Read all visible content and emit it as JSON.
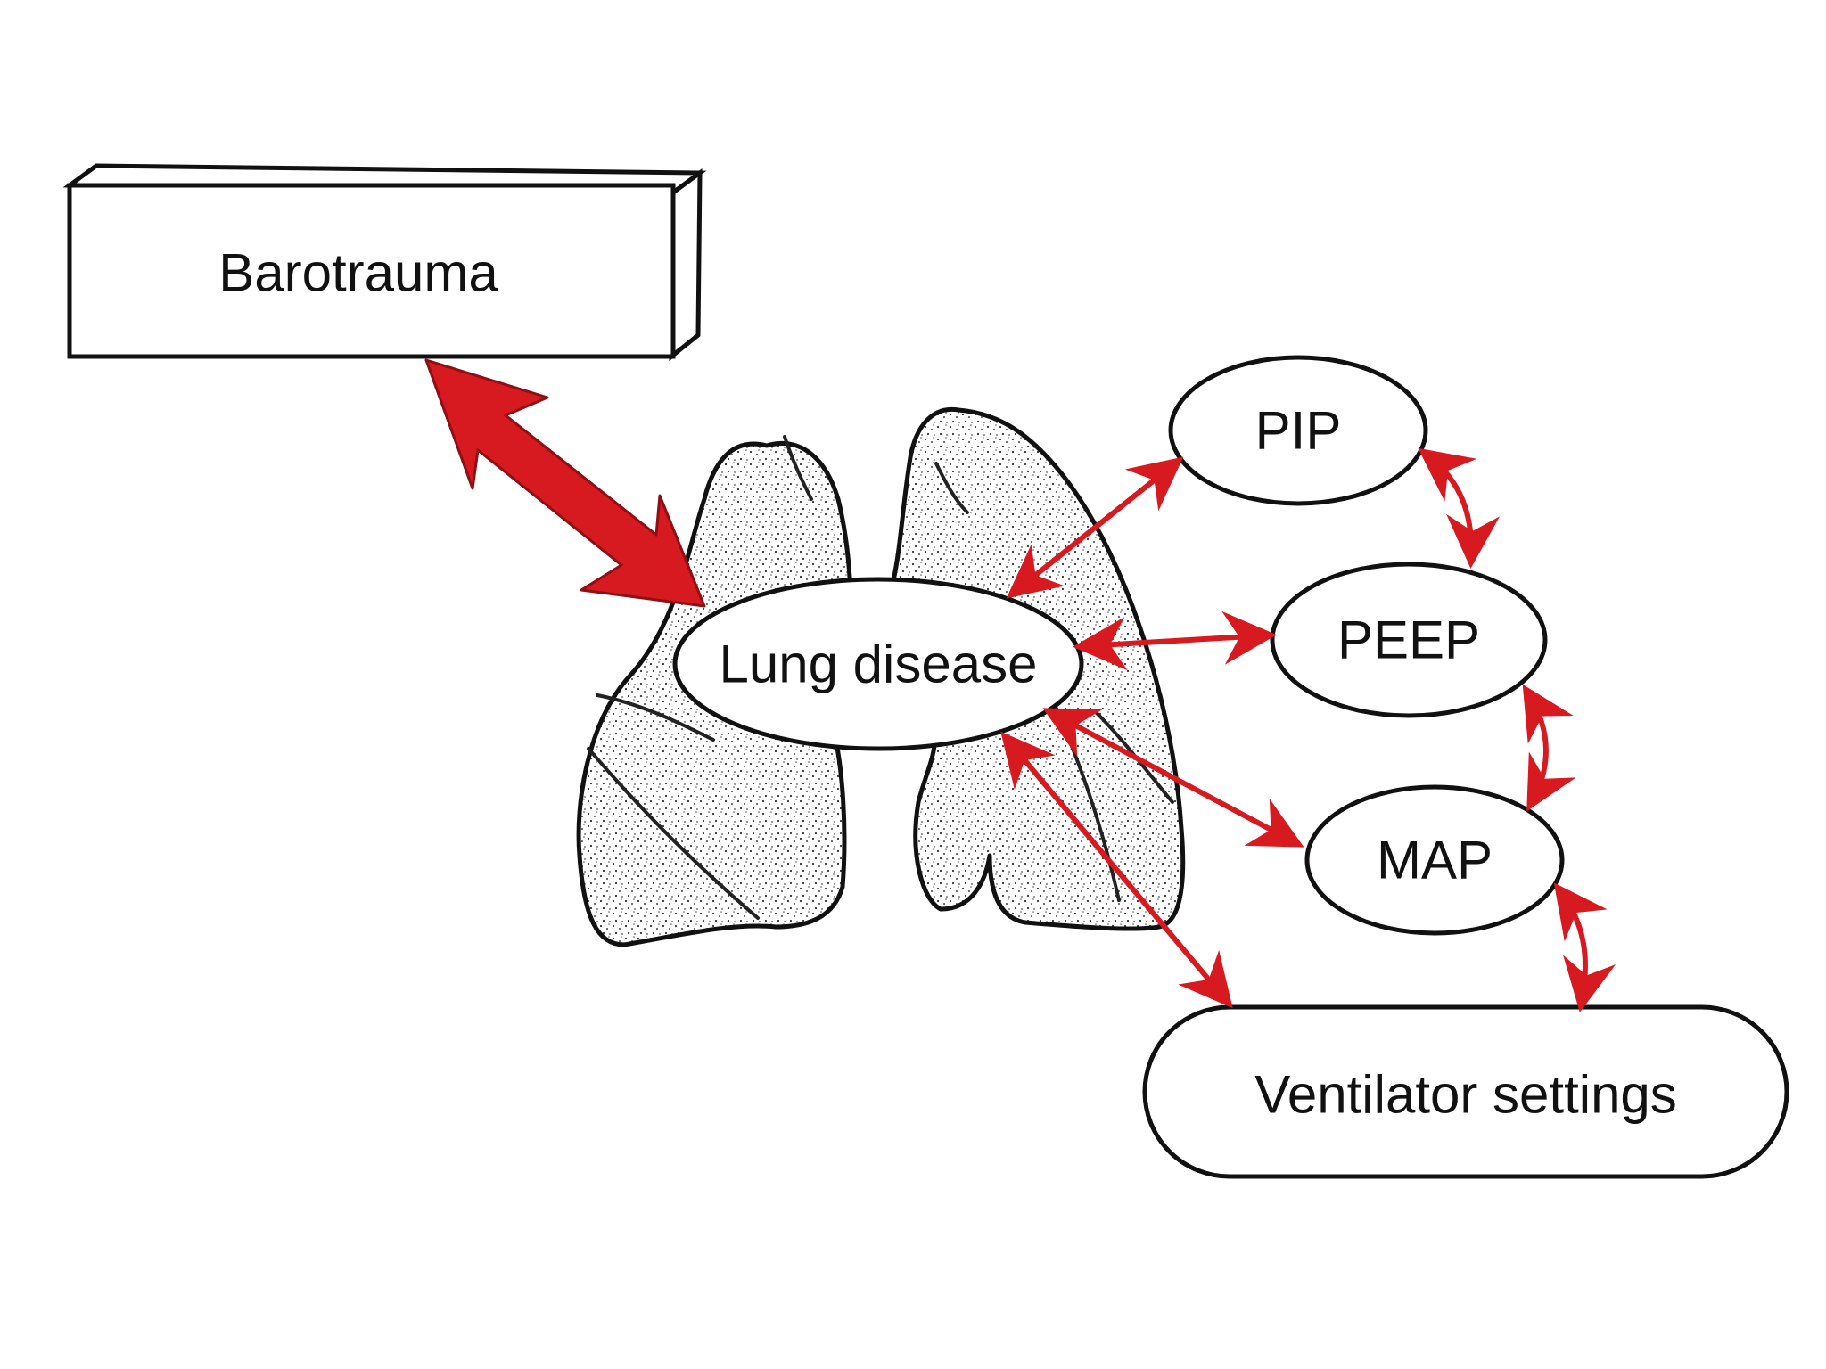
{
  "diagram": {
    "nodes": {
      "barotrauma": "Barotrauma",
      "lung_disease": "Lung disease",
      "pip": "PIP",
      "peep": "PEEP",
      "map": "MAP",
      "ventilator_settings": "Ventilator settings"
    },
    "connections": [
      {
        "from": "barotrauma",
        "to": "lung_disease",
        "style": "bold double-headed arrow"
      },
      {
        "from": "lung_disease",
        "to": "pip",
        "style": "double-headed arrow"
      },
      {
        "from": "lung_disease",
        "to": "peep",
        "style": "double-headed arrow"
      },
      {
        "from": "lung_disease",
        "to": "map",
        "style": "double-headed arrow"
      },
      {
        "from": "lung_disease",
        "to": "ventilator_settings",
        "style": "double-headed arrow"
      },
      {
        "from": "pip",
        "to": "peep",
        "style": "curved double-headed arrow"
      },
      {
        "from": "peep",
        "to": "map",
        "style": "curved double-headed arrow"
      },
      {
        "from": "map",
        "to": "ventilator_settings",
        "style": "curved double-headed arrow"
      }
    ],
    "illustration": "lungs-icon"
  },
  "colors": {
    "arrow": "#d71920",
    "arrow_dark": "#b01218",
    "outline": "#111111",
    "background": "#ffffff"
  }
}
